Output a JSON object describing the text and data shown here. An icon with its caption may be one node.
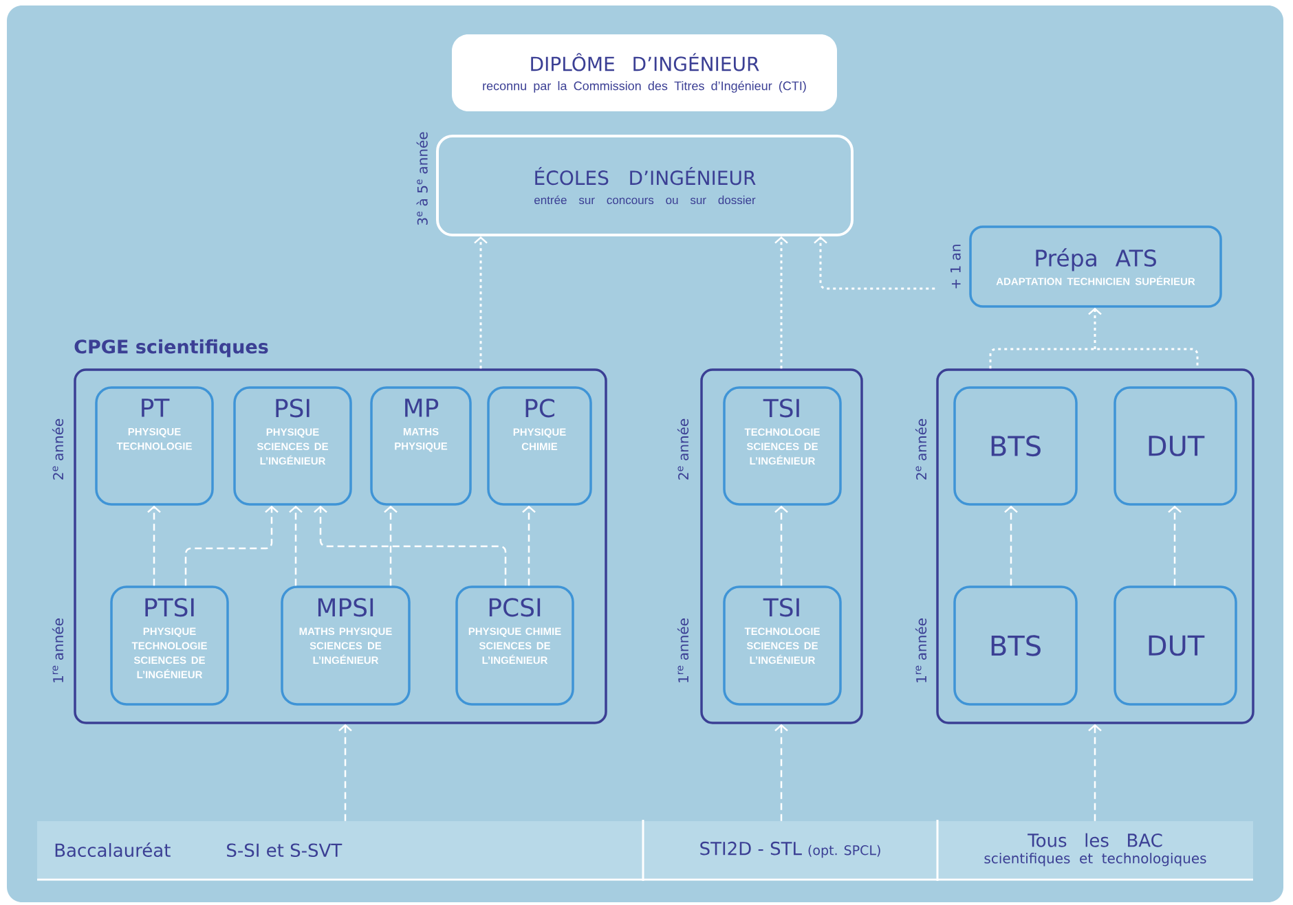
{
  "diagram": {
    "nodes": [
      {
        "text": [
          "DIPLÔME D’INGÉNIEUR",
          "reconnu par la Commission des Titres d’Ingénieur (CTI)"
        ]
      },
      {
        "text": [
          "ÉCOLES D’INGÉNIEUR",
          "entrée sur concours ou sur dossier"
        ],
        "beside": [
          "3$^{e}$ à 5$^{e}$ année"
        ]
      },
      {
        "text": [
          "Prépa ATS",
          "ADAPTATION TECHNICIEN SUPÉRIEUR"
        ],
        "beside": [
          "+ 1 an"
        ]
      },
      {
        "text": [
          "CPGE scientifiques"
        ]
      },
      {
        "text": [
          "PT",
          "PHYSIQUE TECHNOLOGIE"
        ],
        "in": 3
      },
      {
        "text": [
          "PSI",
          "PHYSIQUE SCIENCES DE L’INGÉNIEUR"
        ],
        "in": 3
      },
      {
        "text": [
          "MP",
          "MATHS PHYSIQUE"
        ],
        "in": 3
      },
      {
        "text": [
          "PC",
          "PHYSIQUE CHIMIE"
        ],
        "in": 3
      },
      {
        "text": [
          "PTSI",
          "PHYSIQUE TECHNOLOGIE SCIENCES DE L’INGÉNIEUR"
        ],
        "in": 3
      },
      {
        "text": [
          "MPSI",
          "MATHS PHYSIQUE SCIENCES DE L’INGÉNIEUR"
        ],
        "in": 3
      },
      {
        "text": [
          "PCSI",
          "PHYSIQUE CHIMIE SCIENCES DE L’INGÉNIEUR"
        ],
        "in": 3
      },
      {
        "text": [],
        "shape": "box"
      },
      {
        "text": [
          "TSI",
          "TECHNOLOGIE SCIENCES DE L’INGÉNIEUR"
        ],
        "in": 11
      },
      {
        "text": [
          "TSI",
          "TECHNOLOGIE SCIENCES DE L’INGÉNIEUR"
        ],
        "in": 11
      },
      {
        "text": [],
        "shape": "box"
      },
      {
        "text": [
          "BTS"
        ],
        "in": 14
      },
      {
        "text": [
          "DUT"
        ],
        "in": 14
      },
      {
        "text": [
          "BTS"
        ],
        "in": 14
      },
      {
        "text": [
          "DUT"
        ],
        "in": 14
      },
      {
        "text": [
          "Baccalauréat",
          "S-SI  et  S-SVT"
        ]
      },
      {
        "text": [
          "STI2D - STL",
          "(opt. SPCL)"
        ]
      },
      {
        "text": [
          "Tous les BAC",
          "scientifiques et technologiques"
        ]
      }
    ],
    "edges": [
      {
        "from": 3,
        "to": 1,
        "arrow": "to"
      },
      {
        "from": 11,
        "to": 1,
        "arrow": "to"
      },
      {
        "from": 2,
        "to": 1,
        "arrow": "to"
      },
      {
        "from": 14,
        "to": 2,
        "arrow": "to"
      },
      {
        "from": 8,
        "to": 4,
        "arrow": "to",
        "style": "dashed"
      },
      {
        "from": 8,
        "to": 5,
        "arrow": "to",
        "style": "dashed"
      },
      {
        "from": 9,
        "to": 5,
        "arrow": "to",
        "style": "dashed"
      },
      {
        "from": 9,
        "to": 6,
        "arrow": "to",
        "style": "dashed"
      },
      {
        "from": 10,
        "to": 5,
        "arrow": "to",
        "style": "dashed"
      },
      {
        "from": 10,
        "to": 7,
        "arrow": "to",
        "style": "dashed"
      },
      {
        "from": 13,
        "to": 12,
        "arrow": "to",
        "style": "dashed"
      },
      {
        "from": 17,
        "to": 15,
        "arrow": "to",
        "style": "dashed"
      },
      {
        "from": 18,
        "to": 16,
        "arrow": "to",
        "style": "dashed"
      },
      {
        "from": 19,
        "to": 3,
        "arrow": "to",
        "style": "dashed"
      },
      {
        "from": 20,
        "to": 11,
        "arrow": "to",
        "style": "dashed"
      },
      {
        "from": 21,
        "to": 14,
        "arrow": "to",
        "style": "dashed"
      }
    ],
    "labels": [
      "2$^{e}$ année",
      "1$^{re}$ année",
      "2$^{e}$ année",
      "1$^{re}$ année",
      "2$^{e}$ année",
      "1$^{re}$ année"
    ]
  }
}
